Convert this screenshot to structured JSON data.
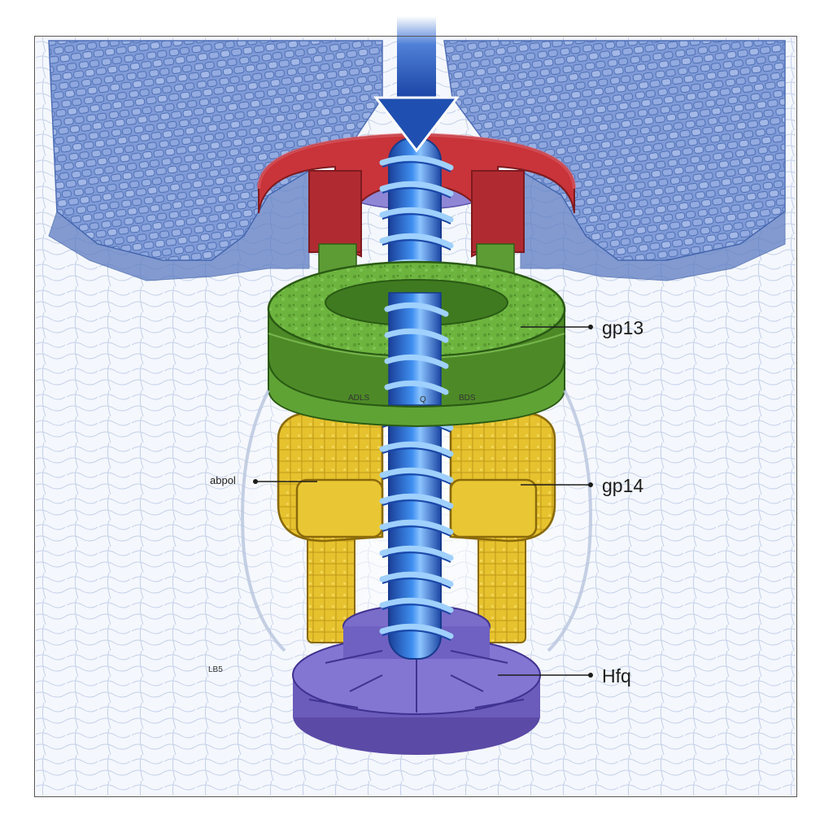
{
  "labels": {
    "gp13": "gp13",
    "gp14": "gp14",
    "hfq": "Hfq",
    "left_callout": "abpol",
    "green_mark_left": "ADLS",
    "green_mark_mid": "Q",
    "green_mark_right": "BDS",
    "base_mark": "LB5"
  },
  "colors": {
    "membrane": "#6f8fcf",
    "membrane_light": "#c9d6f0",
    "red_ring": "#c8343a",
    "green_ring": "#6aae3c",
    "yellow_subunit": "#e3bf2c",
    "purple_base": "#7a68c6",
    "helix": "#2f6fd6",
    "arrow": "#1f4fb0"
  }
}
